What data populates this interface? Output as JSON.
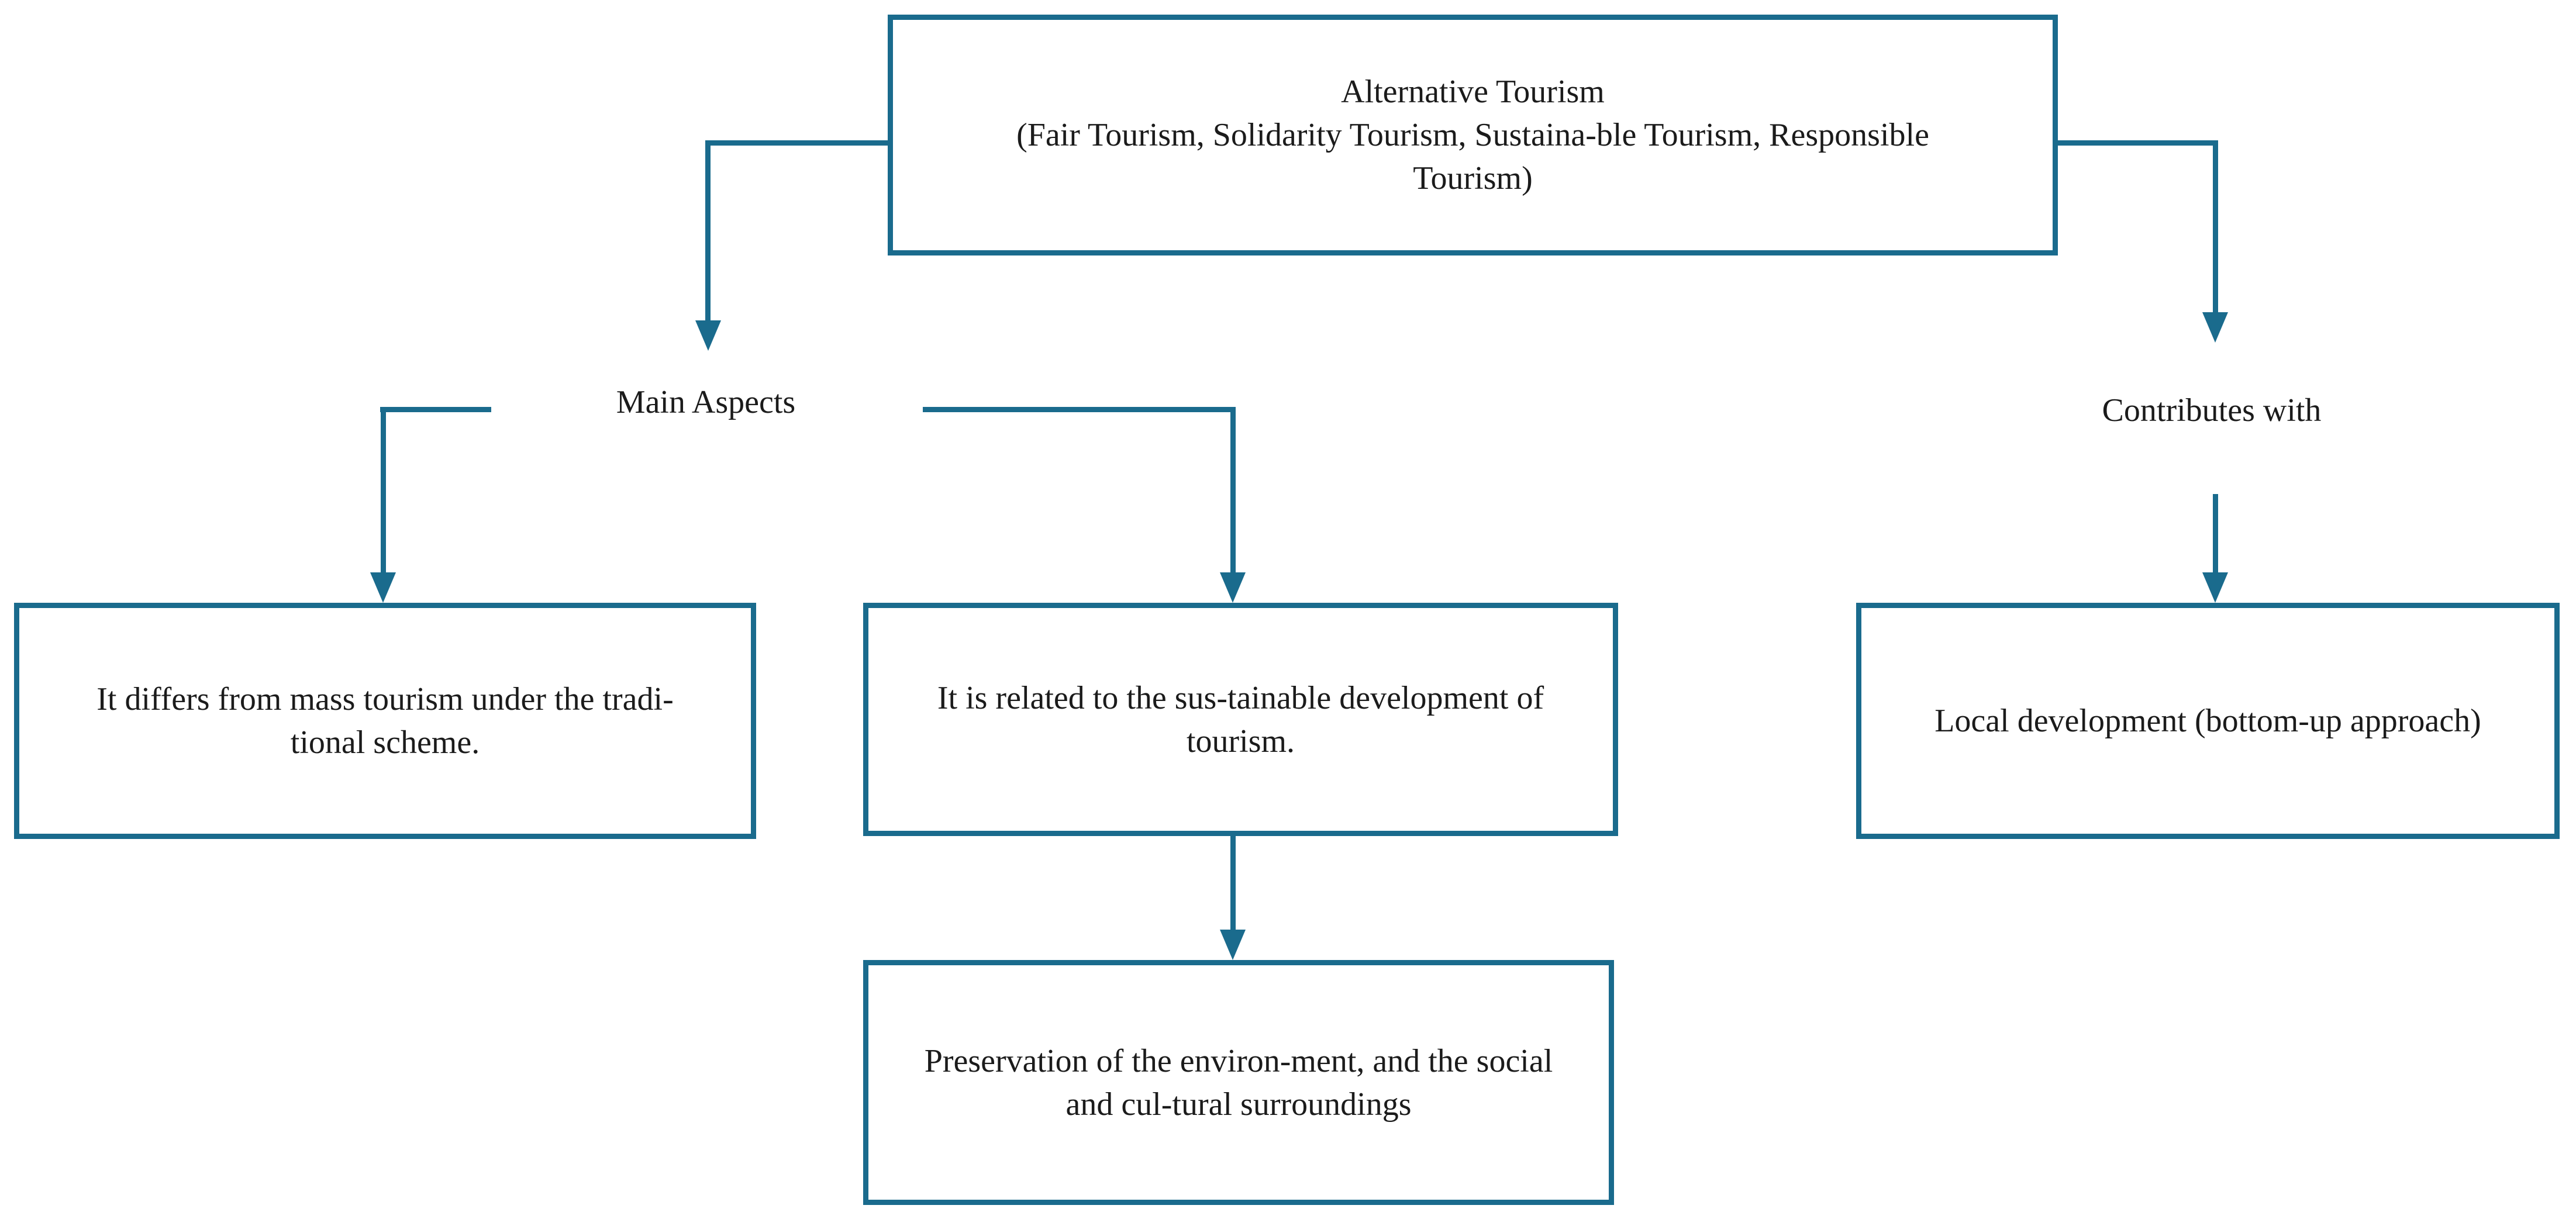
{
  "diagram": {
    "title_hint": "Alternative Tourism concept flowchart",
    "colors": {
      "line": "#1a6b8d",
      "text": "#1b1b1b",
      "background": "#ffffff"
    },
    "nodes": {
      "root": {
        "lines": [
          "Alternative Tourism",
          "(Fair Tourism, Solidarity Tourism, Sustaina-ble Tourism, Responsible",
          "Tourism)"
        ]
      },
      "main_aspects": {
        "text": "Main Aspects"
      },
      "contributes": {
        "text": "Contributes with"
      },
      "differs": {
        "lines": [
          "It differs from mass tourism under the tradi-",
          "tional scheme."
        ]
      },
      "related": {
        "lines": [
          "It is related to the sus-tainable development of",
          "tourism."
        ]
      },
      "preservation": {
        "lines": [
          "Preservation of the environ-ment, and the social",
          "and cul-tural surroundings"
        ]
      },
      "local": {
        "lines": [
          "Local development (bottom-up approach)"
        ]
      }
    }
  }
}
